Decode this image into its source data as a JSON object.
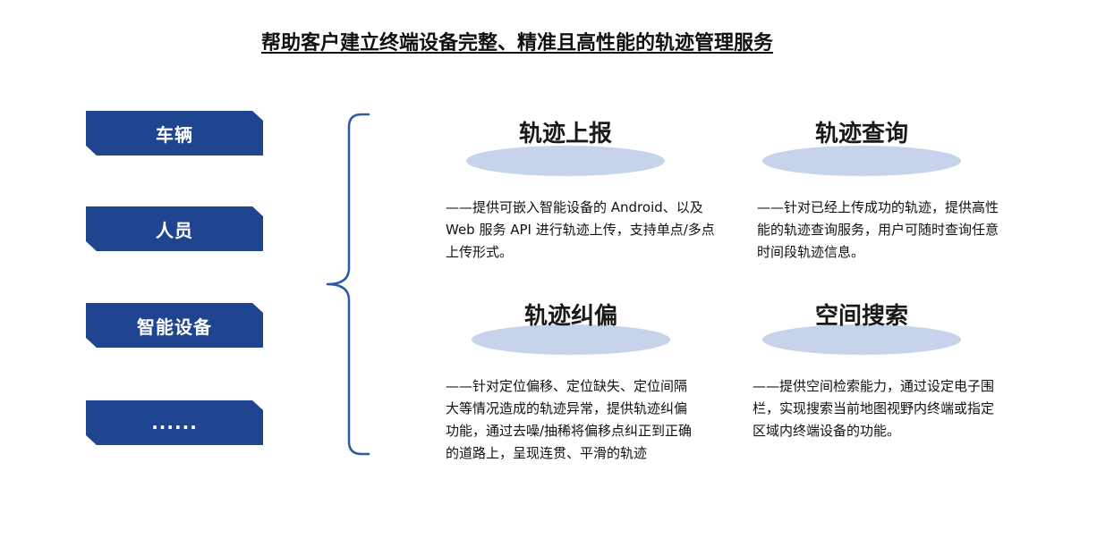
{
  "title": "帮助客户建立终端设备完整、精准且高性能的轨迹管理服务",
  "entities": [
    {
      "label": "车辆"
    },
    {
      "label": "人员"
    },
    {
      "label": "智能设备"
    },
    {
      "label": "......"
    }
  ],
  "features": [
    {
      "title": "轨迹上报",
      "desc": "——提供可嵌入智能设备的 Android、以及 Web 服务 API 进行轨迹上传，支持单点/多点上传形式。"
    },
    {
      "title": "轨迹查询",
      "desc": "——针对已经上传成功的轨迹，提供高性能的轨迹查询服务，用户可随时查询任意时间段轨迹信息。"
    },
    {
      "title": "轨迹纠偏",
      "desc": "——针对定位偏移、定位缺失、定位间隔大等情况造成的轨迹异常，提供轨迹纠偏功能，通过去噪/抽稀将偏移点纠正到正确的道路上，呈现连贯、平滑的轨迹"
    },
    {
      "title": "空间搜索",
      "desc": "——提供空间检索能力，通过设定电子围栏，实现搜索当前地图视野内终端或指定区域内终端设备的功能。"
    }
  ],
  "colors": {
    "entity_box": "#1f4591",
    "ellipse": "#c6d3ea",
    "brace": "#2c5aa0"
  }
}
